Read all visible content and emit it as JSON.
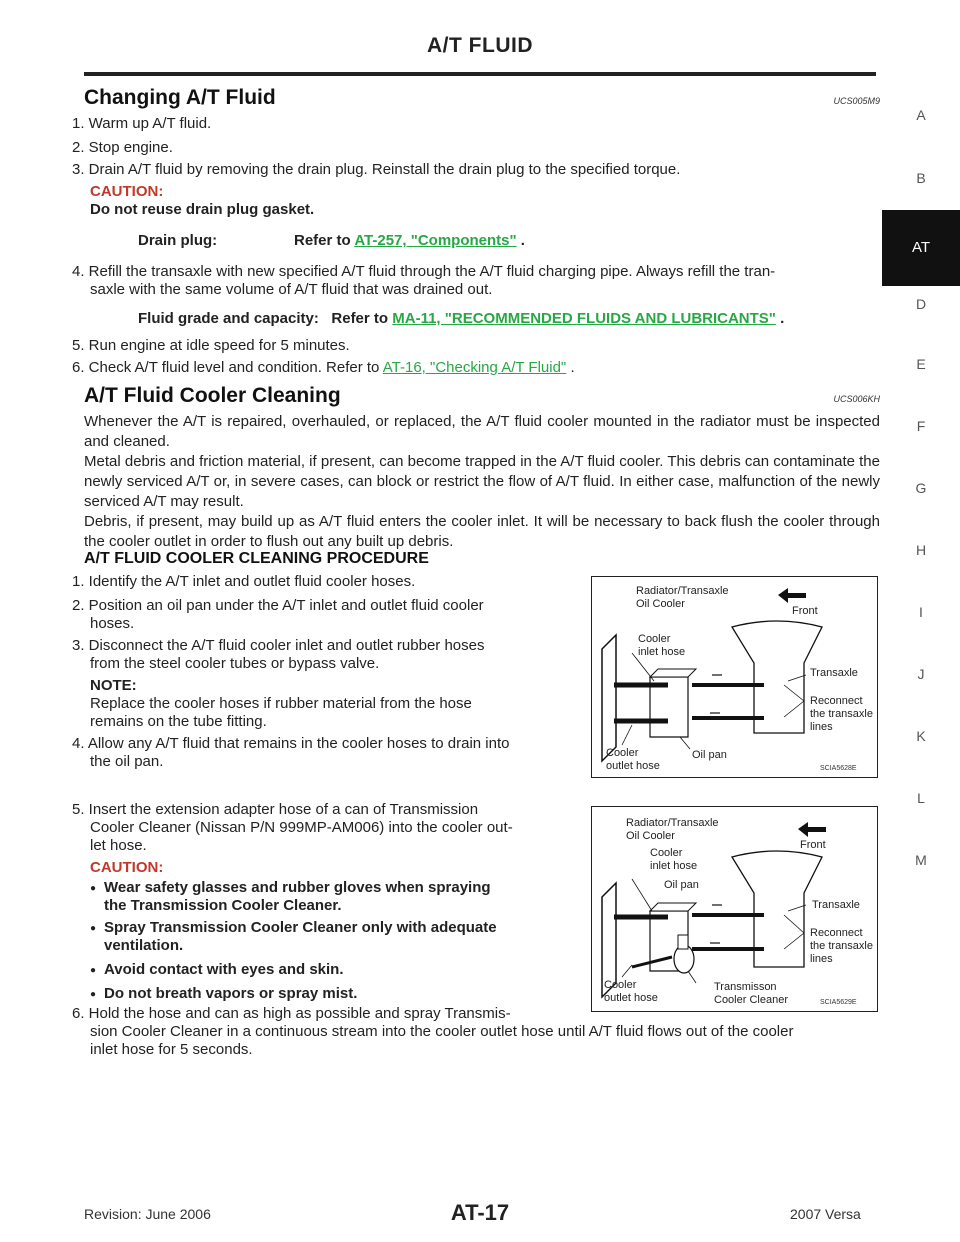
{
  "header": {
    "title": "A/T FLUID"
  },
  "side_index": [
    "A",
    "B",
    "AT",
    "D",
    "E",
    "F",
    "G",
    "H",
    "I",
    "J",
    "K",
    "L",
    "M"
  ],
  "section1": {
    "title": "Changing A/T Fluid",
    "code": "UCS005M9",
    "steps": [
      "1.  Warm up A/T fluid.",
      "2.  Stop engine.",
      "3.  Drain A/T fluid by removing the drain plug. Reinstall the drain plug to the specified torque."
    ],
    "caution_label": "CAUTION:",
    "caution_text": "Do not reuse drain plug gasket.",
    "spec1_label": "Drain plug:",
    "spec1_prefix": "Refer to",
    "spec1_link": "AT-257, \"Components\"",
    "spec1_suffix": ".",
    "step4_line1": "4.  Refill the transaxle with new specified A/T fluid through the A/T fluid charging pipe. Always refill the tran-",
    "step4_line2": "saxle with the same volume of A/T fluid that was drained out.",
    "spec2_label": "Fluid grade and capacity:",
    "spec2_prefix": "Refer to",
    "spec2_link": "MA-11, \"RECOMMENDED FLUIDS AND LUBRICANTS\"",
    "spec2_suffix": ".",
    "step5": "5.  Run engine at idle speed for 5 minutes.",
    "step6_text": "6.  Check A/T fluid level and condition. Refer to",
    "step6_link": "AT-16, \"Checking A/T Fluid\"",
    "step6_suffix": "."
  },
  "section2": {
    "title": "A/T Fluid Cooler Cleaning",
    "code": "UCS006KH",
    "para": "Whenever the A/T is repaired, overhauled, or replaced, the A/T fluid cooler mounted in the radiator must be inspected and cleaned.",
    "para2": "Metal debris and friction material, if present, can become trapped in the A/T fluid cooler. This debris can contaminate the newly serviced A/T or, in severe cases, can block or restrict the flow of A/T fluid. In either case, malfunction of the newly serviced A/T may result.",
    "para3": "Debris, if present, may build up as A/T fluid enters the cooler inlet. It will be necessary to back flush the cooler through the cooler outlet in order to flush out any built up debris."
  },
  "section3": {
    "title": "A/T FLUID COOLER CLEANING PROCEDURE",
    "s1": "1.  Identify the A/T inlet and outlet fluid cooler hoses.",
    "s2a": "2.  Position an oil pan under the A/T inlet and outlet fluid cooler",
    "s2b": "hoses.",
    "s3a": "3.  Disconnect the A/T fluid cooler inlet and outlet rubber hoses",
    "s3b": "from the steel cooler tubes or bypass valve.",
    "note_label": "NOTE:",
    "note_a": "Replace the cooler hoses if rubber material from the hose",
    "note_b": "remains on the tube fitting.",
    "s4a": "4.  Allow any A/T fluid that remains in the cooler hoses to drain into",
    "s4b": "the oil pan.",
    "s5a": "5.  Insert the extension adapter hose of a can of Transmission",
    "s5b": "Cooler Cleaner (Nissan P/N 999MP-AM006) into the cooler out-",
    "s5c": "let hose.",
    "caution_label": "CAUTION:",
    "bullets": [
      "Wear safety glasses and rubber gloves when spraying",
      "the Transmission Cooler Cleaner.",
      "Spray Transmission Cooler Cleaner only with adequate",
      "ventilation.",
      "Avoid contact with eyes and skin.",
      "Do not breath vapors or spray mist."
    ],
    "s6a": "6.  Hold the hose and can as high as possible and spray Transmis-",
    "s6b": "sion Cooler Cleaner in a continuous stream into the cooler outlet hose until A/T fluid flows out of the cooler",
    "s6c": "inlet hose for 5 seconds."
  },
  "figure1": {
    "l_radiator": "Radiator/Transaxle",
    "l_oilcooler": "Oil Cooler",
    "l_front": "Front",
    "l_cooler_inlet_1": "Cooler",
    "l_cooler_inlet_2": "inlet hose",
    "l_transaxle": "Transaxle",
    "l_reconnect_1": "Reconnect",
    "l_reconnect_2": "the transaxle",
    "l_reconnect_3": "lines",
    "l_outlet_1": "Cooler",
    "l_outlet_2": "outlet hose",
    "l_oilpan": "Oil pan",
    "code": "SCIA5628E"
  },
  "figure2": {
    "l_radiator": "Radiator/Transaxle",
    "l_oilcooler": "Oil Cooler",
    "l_front": "Front",
    "l_cooler_inlet_1": "Cooler",
    "l_cooler_inlet_2": "inlet hose",
    "l_oilpan": "Oil pan",
    "l_transaxle": "Transaxle",
    "l_reconnect_1": "Reconnect",
    "l_reconnect_2": "the transaxle",
    "l_reconnect_3": "lines",
    "l_outlet_1": "Cooler",
    "l_outlet_2": "outlet hose",
    "l_cleaner_1": "Transmisson",
    "l_cleaner_2": "Cooler Cleaner",
    "code": "SCIA5629E"
  },
  "footer": {
    "revision": "Revision: June 2006",
    "page": "AT-17",
    "model": "2007 Versa"
  }
}
